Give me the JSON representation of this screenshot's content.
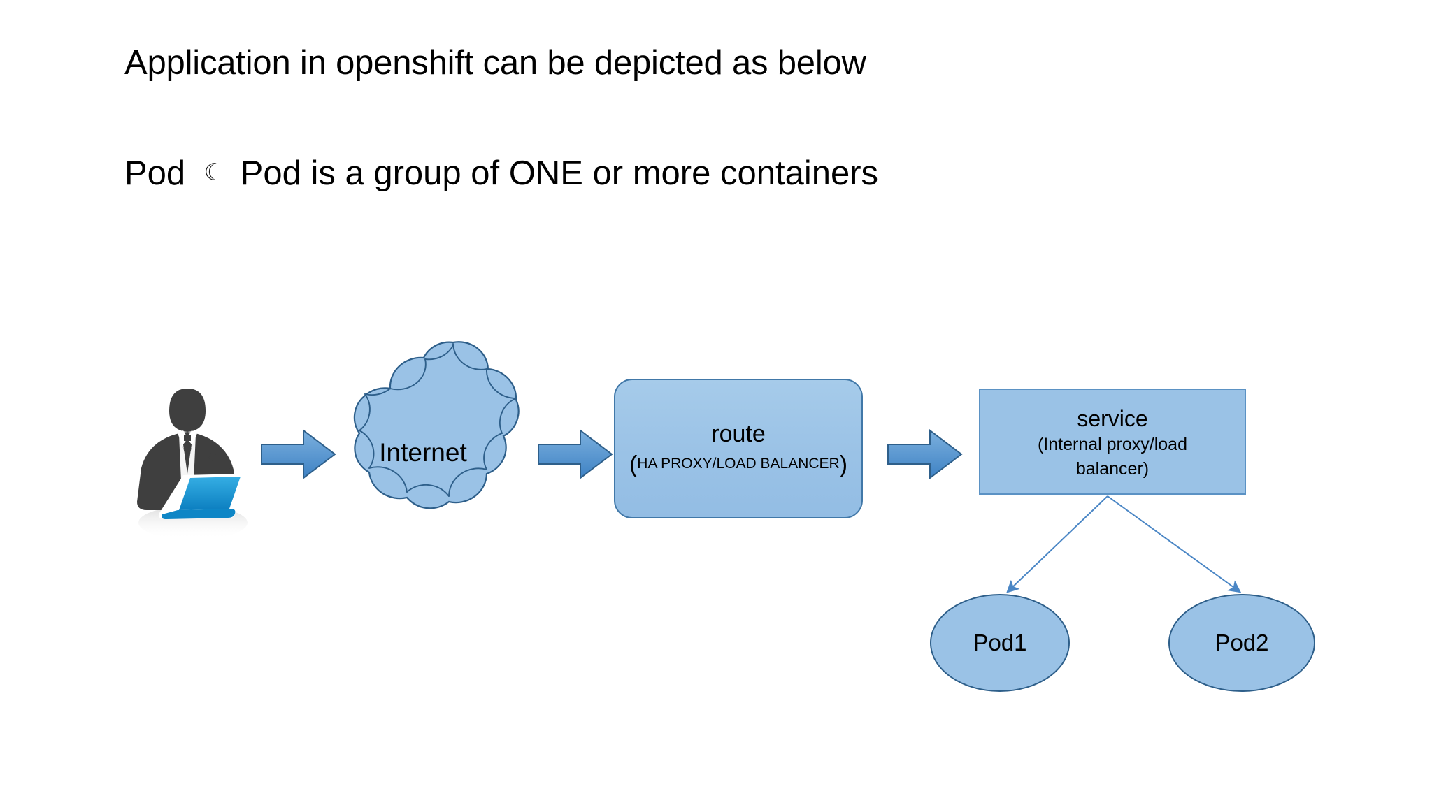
{
  "slide": {
    "title": "Application in openshift can be depicted as below",
    "subtitle_prefix": "Pod",
    "subtitle_glyph": "☾",
    "subtitle_text": "Pod is a group of ONE or more containers"
  },
  "diagram": {
    "type": "flow-diagram",
    "user_icon": "person-with-laptop-icon",
    "cloud": {
      "label": "Internet"
    },
    "route": {
      "title": "route",
      "paren_open": "(",
      "subtitle": "HA PROXY/LOAD BALANCER",
      "paren_close": ")"
    },
    "service": {
      "title": "service",
      "subtitle": "(Internal proxy/load balancer)"
    },
    "pods": [
      {
        "label": "Pod1"
      },
      {
        "label": "Pod2"
      }
    ],
    "arrows": [
      {
        "name": "arrow-user-to-internet"
      },
      {
        "name": "arrow-internet-to-route"
      },
      {
        "name": "arrow-route-to-service"
      }
    ],
    "connectors": [
      {
        "name": "connector-service-to-pod1"
      },
      {
        "name": "connector-service-to-pod2"
      }
    ]
  },
  "colors": {
    "shape_fill": "#9AC2E6",
    "shape_stroke": "#2E5F8A",
    "arrow_fill": "#5B9BD5",
    "arrow_stroke": "#2E5F8A",
    "connector": "#4A86C5",
    "person": "#3F3F3F",
    "laptop": "#1B9BD8",
    "background": "#FFFFFF",
    "text": "#000000"
  }
}
